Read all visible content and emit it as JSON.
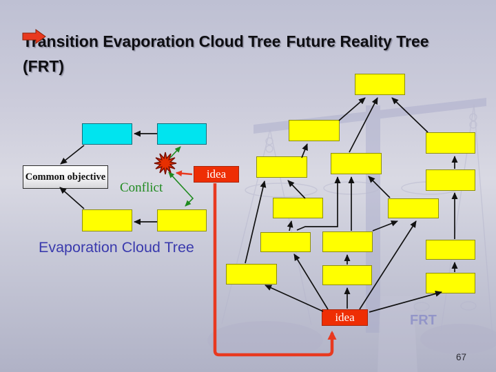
{
  "title": {
    "line_start": "Transition Evaporation Cloud Tree",
    "line_end": "Future Reality Tree  (FRT)"
  },
  "ect": {
    "common_objective": "Common objective",
    "conflict_label": "Conflict",
    "idea_label": "idea",
    "caption": "Evaporation Cloud Tree"
  },
  "frt": {
    "idea_label": "idea",
    "watermark_label": "FRT"
  },
  "page_number": "67",
  "colors": {
    "node_yellow": "#ffff00",
    "node_cyan": "#00e4ef",
    "idea_red": "#ee2e04",
    "connector_red": "#e8391f",
    "conflict_green": "#1f8a1f",
    "caption_blue": "#3a3aad",
    "frt_label_purple": "#8c8fc7",
    "arrow_black": "#111111"
  }
}
